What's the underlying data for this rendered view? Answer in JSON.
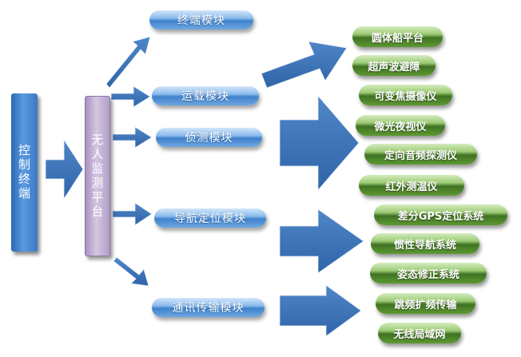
{
  "control_terminal": "控制终端",
  "platform": "无人监测平台",
  "modules": {
    "terminal": "终端模块",
    "carrier": "运载模块",
    "detection": "侦测模块",
    "navigation": "导航定位模块",
    "communication": "通讯传输模块"
  },
  "devices": {
    "round_boat": "圆体船平台",
    "ultrasonic": "超声波避障",
    "zoom_camera": "可变焦摄像仪",
    "night_vision": "微光夜视仪",
    "sound_detector": "定向音频探测仪",
    "infrared_thermo": "红外测温仪",
    "dgps": "差分GPS定位系统",
    "inertial_nav": "惯性导航系统",
    "attitude_correct": "姿态修正系统",
    "freq_hopping": "跳频扩频传输",
    "wlan": "无线局域网"
  },
  "colors": {
    "arrow_blue": "#3b74b8",
    "module_blue": "#4f8fd6",
    "device_green": "#4a7f2a",
    "platform_purple": "#c0aed4"
  }
}
